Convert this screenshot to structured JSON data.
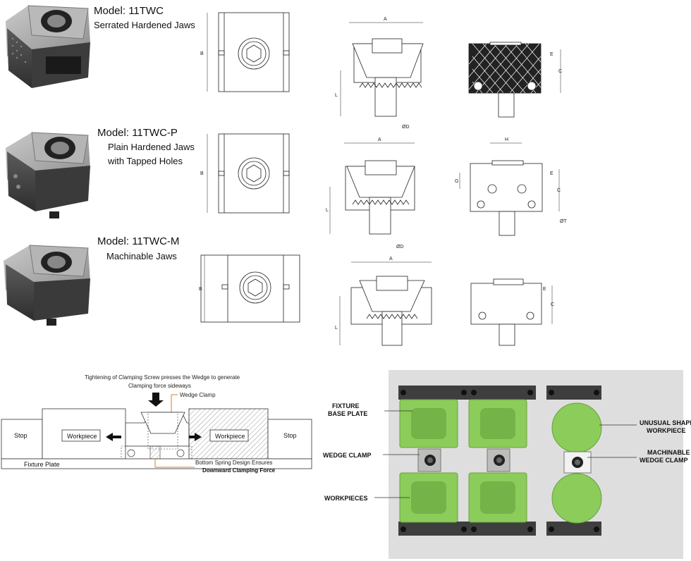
{
  "models": [
    {
      "name": "Model: 11TWC",
      "lines": [
        "Serrated Hardened Jaws"
      ]
    },
    {
      "name": "Model: 11TWC-P",
      "lines": [
        "Plain Hardened Jaws",
        "with Tapped Holes"
      ]
    },
    {
      "name": "Model: 11TWC-M",
      "lines": [
        "Machinable Jaws"
      ]
    }
  ],
  "dims": {
    "A": "A",
    "B": "B",
    "C": "C",
    "E": "E",
    "L": "L",
    "D": "ØD",
    "H": "H",
    "G": "G",
    "T": "ØT"
  },
  "diagram": {
    "caption_line1": "Tightening of Clamping Screw presses the Wedge to generate",
    "caption_line2": "Clamping force sideways",
    "wedge_clamp": "Wedge Clamp",
    "stop": "Stop",
    "workpiece": "Workpiece",
    "fixture_plate": "Fixture Plate",
    "spring_line1": "Bottom Spring Design Ensures",
    "spring_line2": "Downward Clamping Force"
  },
  "photo": {
    "fixture_line1": "FIXTURE",
    "fixture_line2": "BASE PLATE",
    "wedge_clamp": "WEDGE CLAMP",
    "workpieces": "WORKPIECES",
    "unusual_line1": "UNUSUAL SHAPE",
    "unusual_line2": "WORKPIECE",
    "machinable_line1": "MACHINABLE",
    "machinable_line2": "WEDGE CLAMP"
  },
  "colors": {
    "workpiece_green": "#8ccc5a",
    "plate_gray": "#d8d8d8",
    "jaw_dark": "#4a4a4a"
  }
}
